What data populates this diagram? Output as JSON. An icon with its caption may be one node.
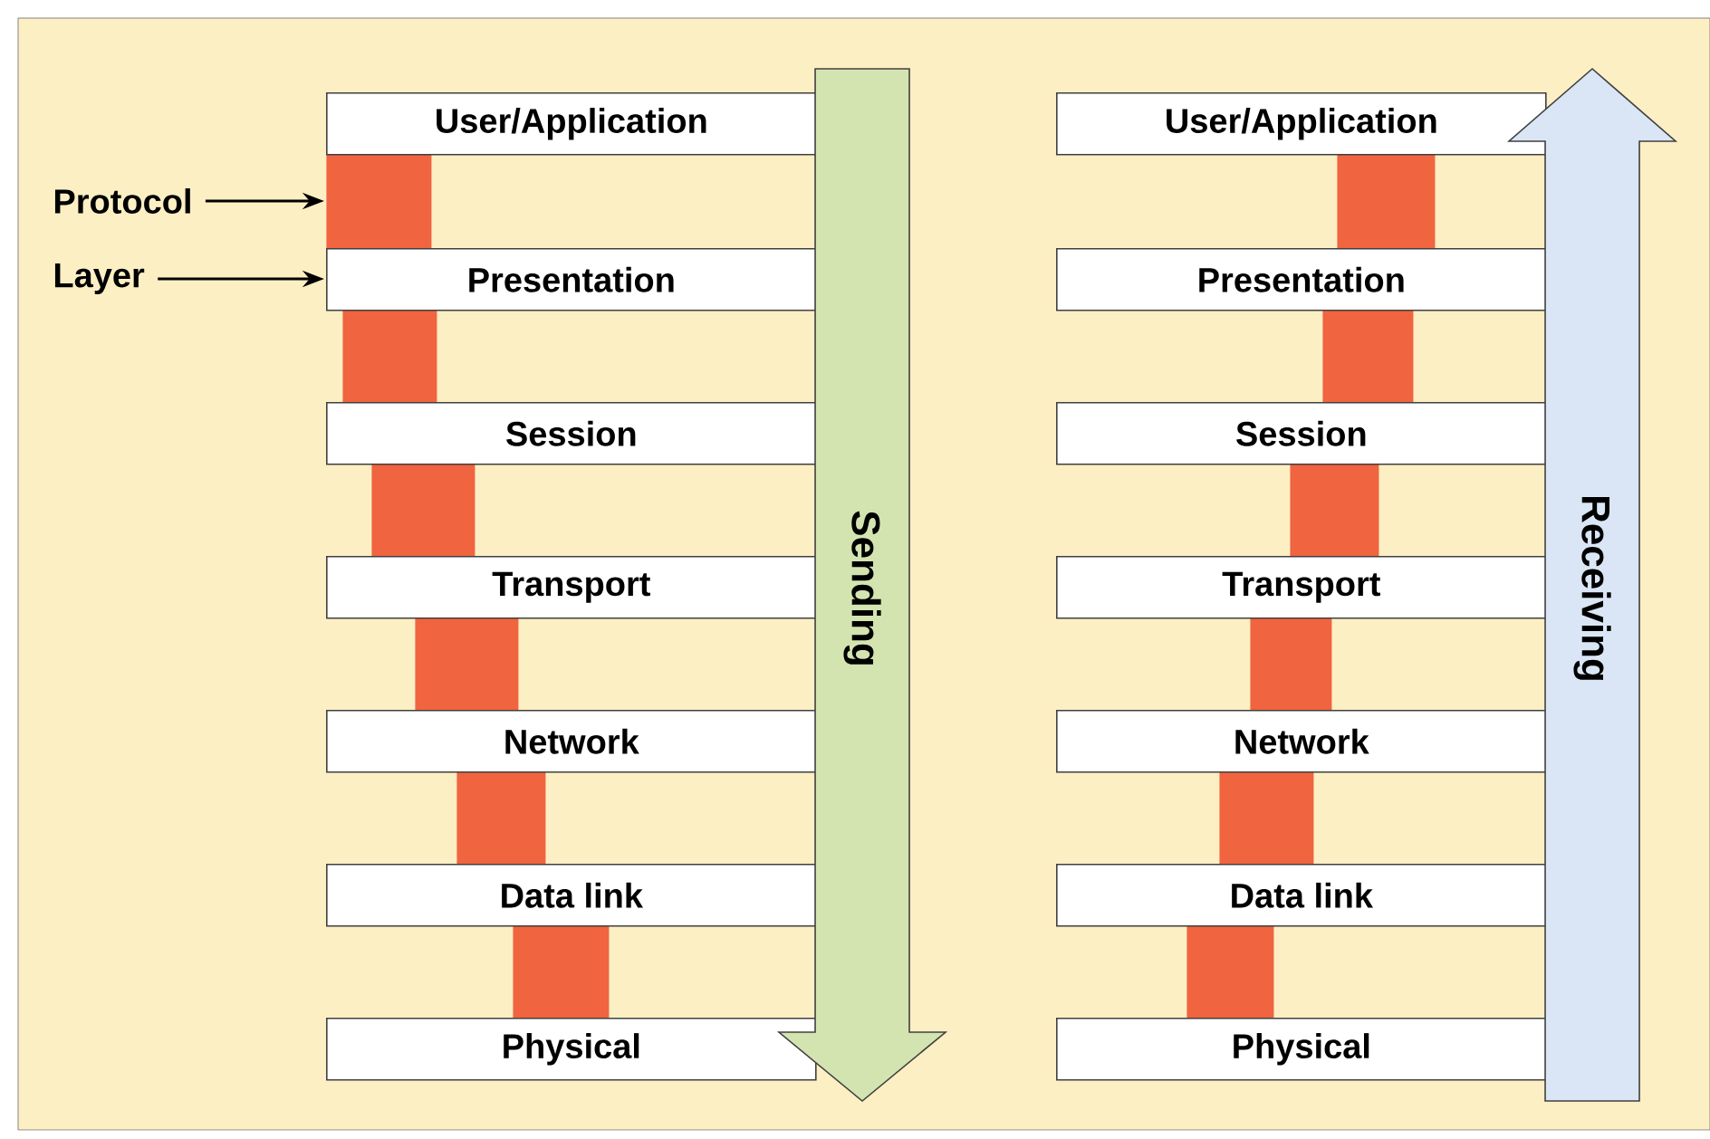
{
  "diagram": {
    "nodes": [
      {
        "text": [
          "User/Application"
        ]
      },
      {
        "text": [
          "Presentation"
        ]
      },
      {
        "text": [
          "Session"
        ]
      },
      {
        "text": [
          "Transport"
        ]
      },
      {
        "text": [
          "Network"
        ]
      },
      {
        "text": [
          "Data link"
        ]
      },
      {
        "text": [
          "Physical"
        ]
      },
      {
        "text": [
          "User/Application"
        ]
      },
      {
        "text": [
          "Presentation"
        ]
      },
      {
        "text": [
          "Session"
        ]
      },
      {
        "text": [
          "Transport"
        ]
      },
      {
        "text": [
          "Network"
        ]
      },
      {
        "text": [
          "Data link"
        ]
      },
      {
        "text": [
          "Physical"
        ]
      },
      {
        "text": [
          "Sending"
        ]
      },
      {
        "text": [
          "Receiving"
        ]
      },
      {
        "text": [
          "Protocol"
        ]
      },
      {
        "text": [
          "Layer"
        ]
      },
      {
        "text": [],
        "shape": "bar"
      },
      {
        "text": [],
        "shape": "bar"
      },
      {
        "text": [],
        "shape": "bar"
      },
      {
        "text": [],
        "shape": "bar"
      },
      {
        "text": [],
        "shape": "bar"
      },
      {
        "text": [],
        "shape": "bar"
      },
      {
        "text": [],
        "shape": "bar"
      },
      {
        "text": [],
        "shape": "bar"
      },
      {
        "text": [],
        "shape": "bar"
      },
      {
        "text": [],
        "shape": "bar"
      },
      {
        "text": [],
        "shape": "bar"
      },
      {
        "text": [],
        "shape": "bar"
      }
    ],
    "edges": [
      {
        "from": 16,
        "to": 18,
        "arrow": "to"
      },
      {
        "from": 17,
        "to": 1,
        "arrow": "to"
      }
    ]
  }
}
